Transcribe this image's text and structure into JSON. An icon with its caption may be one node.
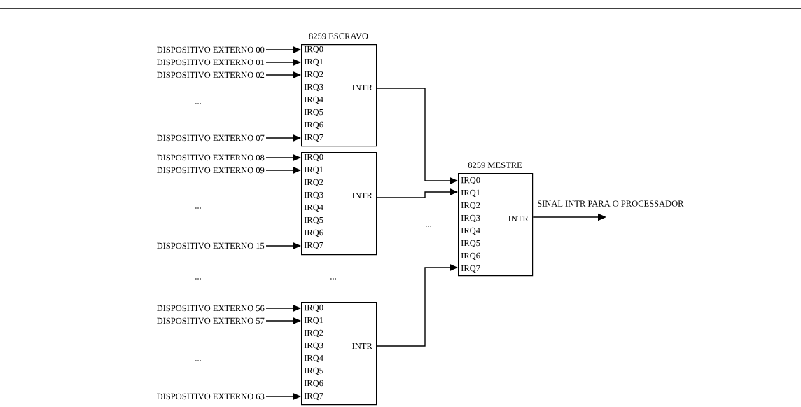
{
  "diagram": {
    "nodes": [
      {
        "text": [
          "8259 ESCRAVO",
          "IRQ0",
          "IRQ1",
          "IRQ2",
          "IRQ3",
          "IRQ4",
          "IRQ5",
          "IRQ6",
          "IRQ7",
          "INTR"
        ]
      },
      {
        "text": [
          "DISPOSITIVO EXTERNO 00"
        ]
      },
      {
        "text": [
          "DISPOSITIVO EXTERNO 01"
        ]
      },
      {
        "text": [
          "DISPOSITIVO EXTERNO 02"
        ]
      },
      {
        "text": [
          "DISPOSITIVO EXTERNO 07"
        ]
      },
      {
        "text": [
          "IRQ0",
          "IRQ1",
          "IRQ2",
          "IRQ3",
          "IRQ4",
          "IRQ5",
          "IRQ6",
          "IRQ7",
          "INTR"
        ]
      },
      {
        "text": [
          "DISPOSITIVO EXTERNO 08"
        ]
      },
      {
        "text": [
          "DISPOSITIVO EXTERNO 09"
        ]
      },
      {
        "text": [
          "DISPOSITIVO EXTERNO 15"
        ]
      },
      {
        "text": [
          "IRQ0",
          "IRQ1",
          "IRQ2",
          "IRQ3",
          "IRQ4",
          "IRQ5",
          "IRQ6",
          "IRQ7",
          "INTR"
        ]
      },
      {
        "text": [
          "DISPOSITIVO EXTERNO 56"
        ]
      },
      {
        "text": [
          "DISPOSITIVO EXTERNO 57"
        ]
      },
      {
        "text": [
          "DISPOSITIVO EXTERNO 63"
        ]
      },
      {
        "text": [
          "8259 MESTRE",
          "IRQ0",
          "IRQ1",
          "IRQ2",
          "IRQ3",
          "IRQ4",
          "IRQ5",
          "IRQ6",
          "IRQ7",
          "INTR"
        ]
      }
    ],
    "edges": [
      {
        "from": 1,
        "to": 0,
        "arrow": "to"
      },
      {
        "from": 2,
        "to": 0,
        "arrow": "to"
      },
      {
        "from": 3,
        "to": 0,
        "arrow": "to"
      },
      {
        "from": 4,
        "to": 0,
        "arrow": "to"
      },
      {
        "from": 6,
        "to": 5,
        "arrow": "to"
      },
      {
        "from": 7,
        "to": 5,
        "arrow": "to"
      },
      {
        "from": 8,
        "to": 5,
        "arrow": "to"
      },
      {
        "from": 10,
        "to": 9,
        "arrow": "to"
      },
      {
        "from": 11,
        "to": 9,
        "arrow": "to"
      },
      {
        "from": 12,
        "to": 9,
        "arrow": "to"
      },
      {
        "from": 0,
        "to": 13,
        "arrow": "to"
      },
      {
        "from": 5,
        "to": 13,
        "arrow": "to"
      },
      {
        "from": 9,
        "to": 13,
        "arrow": "to"
      },
      {
        "from": 13,
        "to": null,
        "arrow": "to",
        "label": "SINAL INTR PARA O PROCESSADOR"
      }
    ],
    "labels": [
      "...",
      "...",
      "...",
      "...",
      "...",
      "..."
    ]
  }
}
